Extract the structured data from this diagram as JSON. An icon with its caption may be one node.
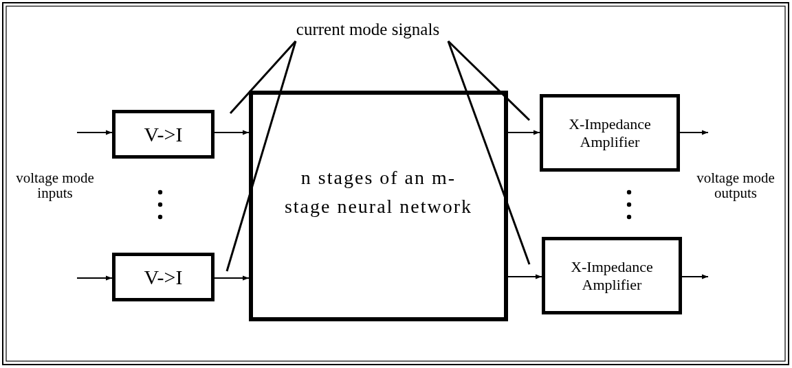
{
  "diagram": {
    "nodes": [
      {
        "text": [
          "current mode signals"
        ]
      },
      {
        "text": [
          "V->I"
        ]
      },
      {
        "text": [
          "V->I"
        ]
      },
      {
        "text": [
          "n stages of an m-stage neural network"
        ]
      },
      {
        "text": [
          "X-Impedance Amplifier"
        ]
      },
      {
        "text": [
          "X-Impedance Amplifier"
        ]
      }
    ],
    "edges": [
      {
        "from": null,
        "to": 1,
        "arrow": "to"
      },
      {
        "from": null,
        "to": 2,
        "arrow": "to"
      },
      {
        "from": 1,
        "to": 3,
        "arrow": "to"
      },
      {
        "from": 2,
        "to": 3,
        "arrow": "to"
      },
      {
        "from": 3,
        "to": 4,
        "arrow": "to"
      },
      {
        "from": 3,
        "to": 5,
        "arrow": "to"
      },
      {
        "from": 4,
        "to": null,
        "arrow": "to"
      },
      {
        "from": 5,
        "to": null,
        "arrow": "to"
      },
      {
        "from": 0,
        "to": null,
        "arrow": "none"
      },
      {
        "from": 0,
        "to": null,
        "arrow": "none"
      },
      {
        "from": 0,
        "to": null,
        "arrow": "none"
      },
      {
        "from": 0,
        "to": null,
        "arrow": "none"
      }
    ],
    "labels": [
      "voltage mode inputs",
      "voltage mode outputs"
    ]
  }
}
